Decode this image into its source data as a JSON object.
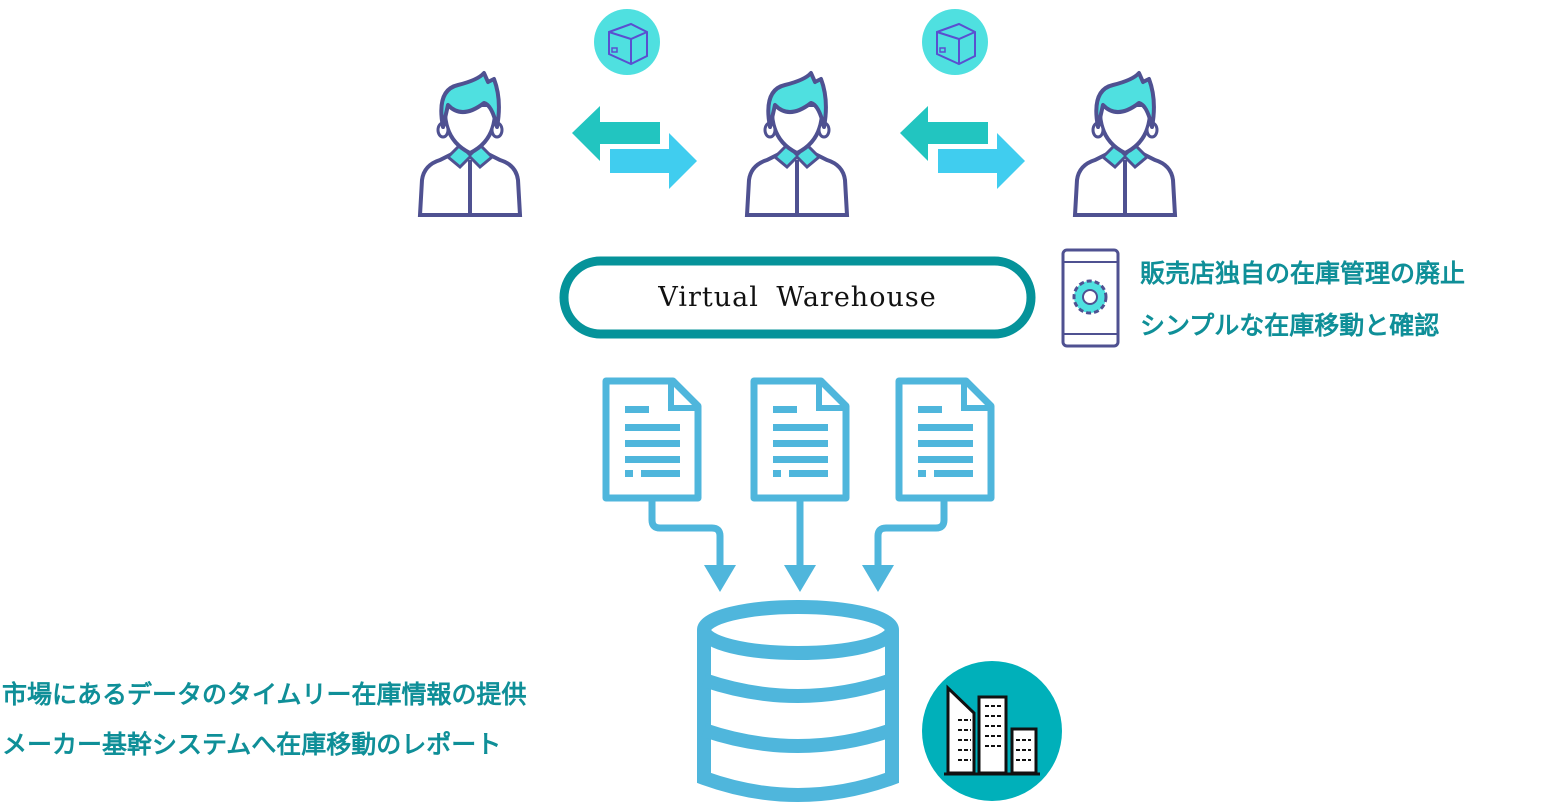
{
  "warehouse": {
    "label": "Virtual Warehouse"
  },
  "retailer_benefits": {
    "lines": [
      "販売店独自の在庫管理の廃止",
      "シンプルな在庫移動と確認"
    ]
  },
  "maker_benefits": {
    "lines": [
      "市場にあるデータのタイムリー在庫情報の提供",
      "メーカー基幹システムへ在庫移動のレポート"
    ]
  },
  "colors": {
    "teal_text": "#0f8f98",
    "pill_border": "#05939a",
    "doc_blue": "#4fb6dc",
    "person_outline": "#4f5191",
    "hair": "#4fe0e0",
    "arrow_left": "#22c5c0",
    "arrow_right": "#40cdef",
    "building_circle": "#00b0ba"
  }
}
